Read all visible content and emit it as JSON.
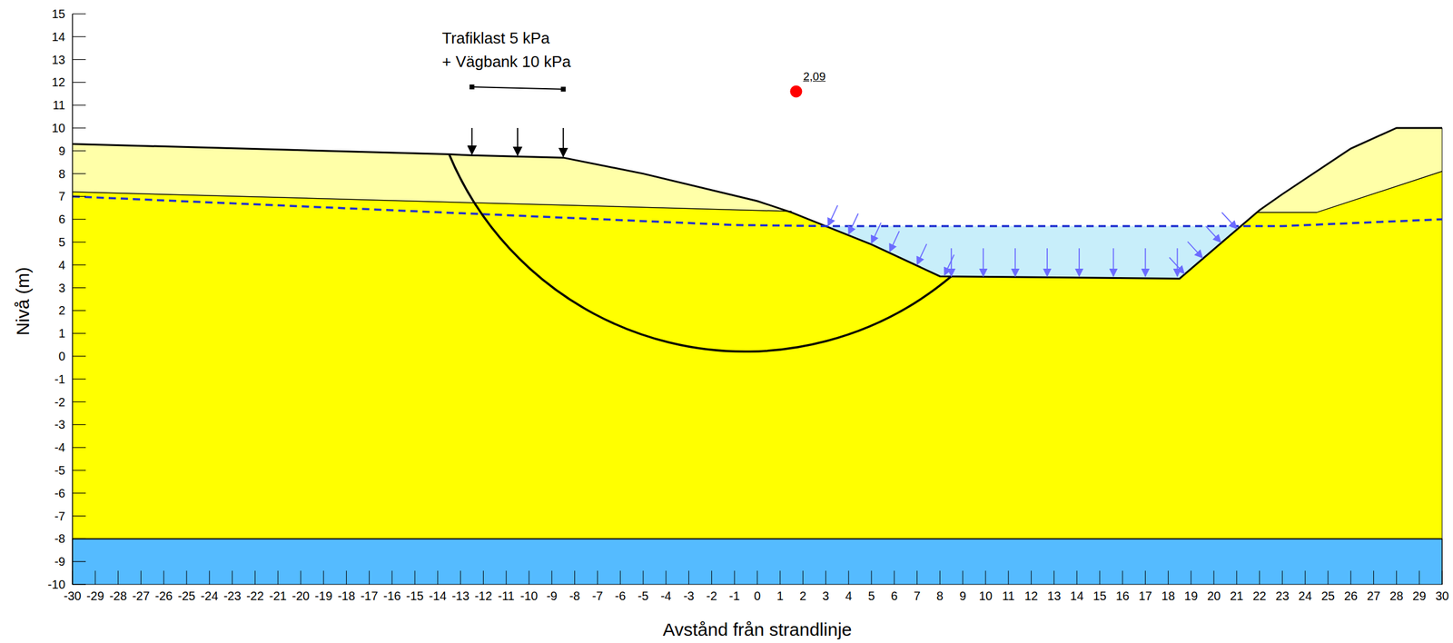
{
  "diagram": {
    "labels": [
      "15",
      "14",
      "13",
      "12",
      "11",
      "10",
      "9",
      "8",
      "7",
      "6",
      "5",
      "4",
      "3",
      "2",
      "1",
      "0",
      "-1",
      "-2",
      "-3",
      "-4",
      "-5",
      "-6",
      "-7",
      "-8",
      "-9",
      "-10",
      "-30",
      "-29",
      "-28",
      "-27",
      "-26",
      "-25",
      "-24",
      "-23",
      "-22",
      "-21",
      "-20",
      "-19",
      "-18",
      "-17",
      "-16",
      "-15",
      "-14",
      "-13",
      "-12",
      "-11",
      "-10",
      "-9",
      "-8",
      "-7",
      "-6",
      "-5",
      "-4",
      "-3",
      "-2",
      "-1",
      "0",
      "1",
      "2",
      "3",
      "4",
      "5",
      "6",
      "7",
      "8",
      "9",
      "10",
      "11",
      "12",
      "13",
      "14",
      "15",
      "16",
      "17",
      "18",
      "19",
      "20",
      "21",
      "22",
      "23",
      "24",
      "25",
      "26",
      "27",
      "28",
      "29",
      "30",
      "Trafiklast 5 kPa",
      "+ Vägbank 10 kPa",
      "2,09",
      "Nivå (m)",
      "Avstånd från strandlinje"
    ]
  }
}
